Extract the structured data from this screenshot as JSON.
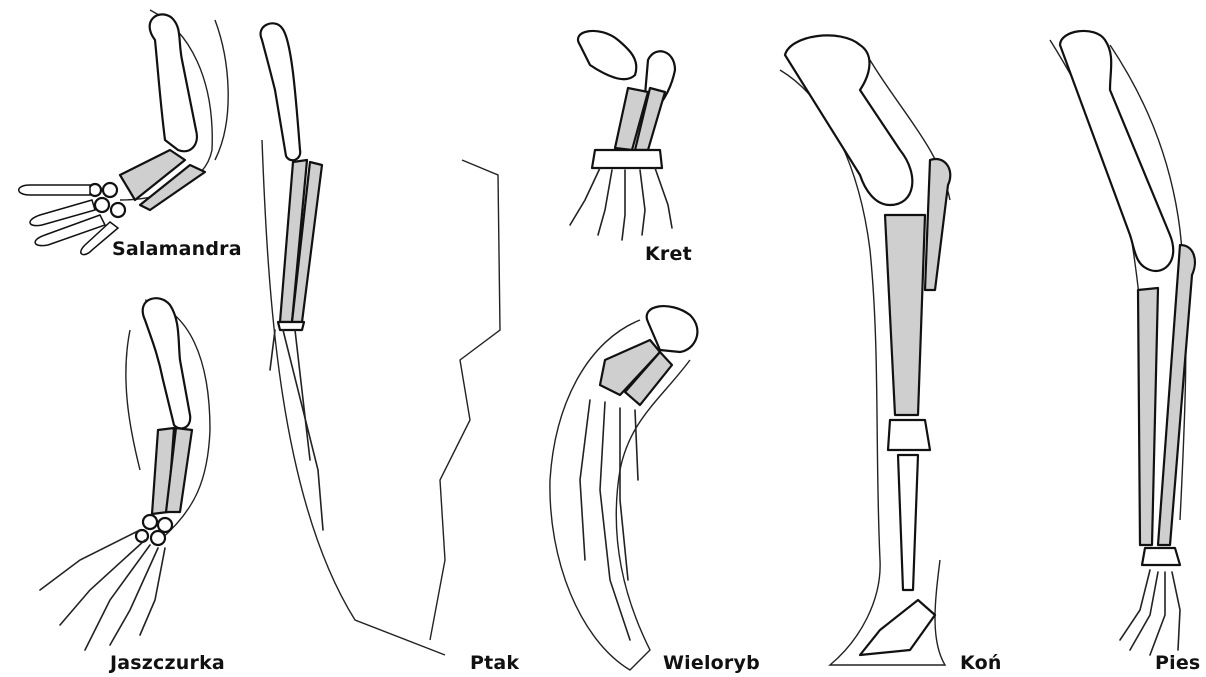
{
  "figure": {
    "labels": {
      "salamander": "Salamandra",
      "lizard": "Jaszczurka",
      "bird": "Ptak",
      "mole": "Kret",
      "whale": "Wieloryb",
      "horse": "Koń",
      "dog": "Pies"
    },
    "colors": {
      "bone": "#ffffff",
      "highlighted_bones": "#cfcfcf",
      "lines": "#111111"
    }
  }
}
